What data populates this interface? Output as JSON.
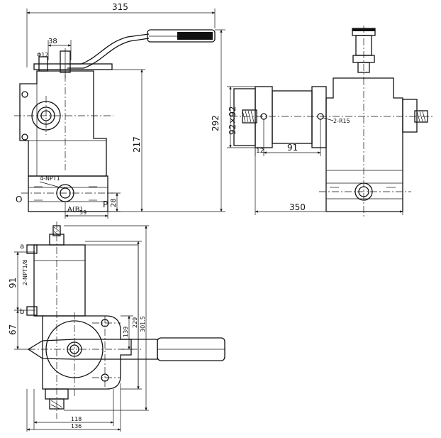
{
  "front_view": {
    "dim_overall_width": "315",
    "dim_handle_offset": "38",
    "dim_pin_diameter": "Φ12",
    "dim_overall_height": "292",
    "dim_body_height": "217",
    "dim_port_height": "28",
    "dim_port_offset": "59",
    "label_port_thread": "4-NPT1",
    "label_port_o": "O",
    "label_port_ab": "A(B)",
    "label_port_p": "P"
  },
  "side_view": {
    "dim_flange": "92×92",
    "dim_cylinder": "91",
    "dim_offset": "12",
    "dim_overall_width": "350",
    "label_thread": "2-R15"
  },
  "top_view": {
    "dim_upper": "91",
    "dim_lower": "67",
    "label_thread": "2-NPT1/8",
    "label_a": "a",
    "label_b": "b",
    "dim_139": "139",
    "dim_229": "229",
    "dim_301": "301.5",
    "dim_118": "118",
    "dim_136": "136"
  }
}
